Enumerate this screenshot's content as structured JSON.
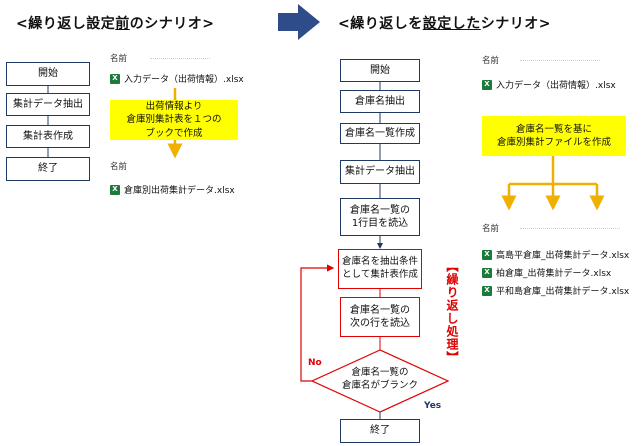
{
  "left": {
    "title_prefix": "<繰り返し設定",
    "title_underlined": "前",
    "title_suffix": "のシナリオ>",
    "flow": [
      "開始",
      "集計データ抽出",
      "集計表作成",
      "終了"
    ],
    "name_label_1": "名前",
    "input_file": "入力データ（出荷情報）.xlsx",
    "note": [
      "出荷情報より",
      "倉庫別集計表を１つの",
      "ブックで作成"
    ],
    "name_label_2": "名前",
    "output_file": "倉庫別出荷集計データ.xlsx"
  },
  "right": {
    "title_prefix": "<繰り返しを",
    "title_underlined": "設定した",
    "title_suffix": "シナリオ>",
    "flow": {
      "start": "開始",
      "extract_names": "倉庫名抽出",
      "create_list": "倉庫名一覧作成",
      "extract_data": "集計データ抽出",
      "read_first": [
        "倉庫名一覧の",
        "1行目を読込"
      ],
      "create_table": [
        "倉庫名を抽出条件",
        "として集計表作成"
      ],
      "read_next": [
        "倉庫名一覧の",
        "次の行を読込"
      ],
      "decision": [
        "倉庫名一覧の",
        "倉庫名がブランク"
      ],
      "end": "終了"
    },
    "loop_label": "【繰り返し処理】",
    "no_label": "No",
    "yes_label": "Yes",
    "name_label_1": "名前",
    "input_file": "入力データ（出荷情報）.xlsx",
    "note": [
      "倉庫名一覧を基に",
      "倉庫別集計ファイルを作成"
    ],
    "name_label_2": "名前",
    "output_files": [
      "高島平倉庫_出荷集計データ.xlsx",
      "柏倉庫_出荷集計データ.xlsx",
      "平和島倉庫_出荷集計データ.xlsx"
    ]
  },
  "icons": {
    "excel": "X"
  },
  "colors": {
    "arrow_blue": "#2e4b8a",
    "yellow": "#ffff00",
    "orange": "#f0b000",
    "red": "#e00000",
    "navy": "#1f3864"
  }
}
